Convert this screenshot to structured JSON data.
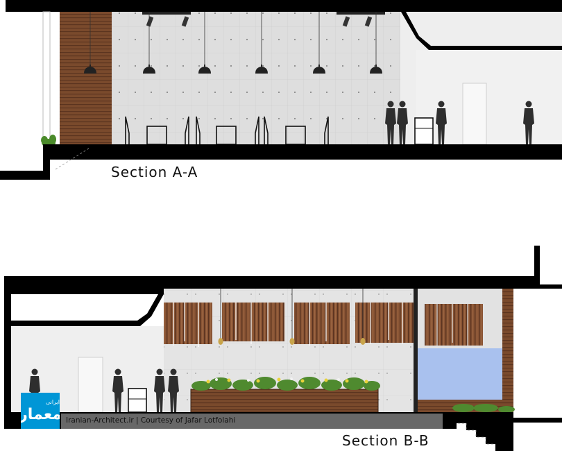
{
  "labels": {
    "section_a": "Section A-A",
    "section_b": "Section B-B"
  },
  "credit": "Iranian-Architect.ir | Courtesy of Jafar Lotfolahi",
  "logo": {
    "text": "معمار",
    "subtext": "ایرانی",
    "background": "#0096d6"
  },
  "colors": {
    "structure": "#000000",
    "concrete": "#dcdcdc",
    "wood": "#7a4a2c",
    "glass": "#a9c1ee",
    "figure": "#2f2f2f",
    "plants": "#4f8a2f"
  }
}
